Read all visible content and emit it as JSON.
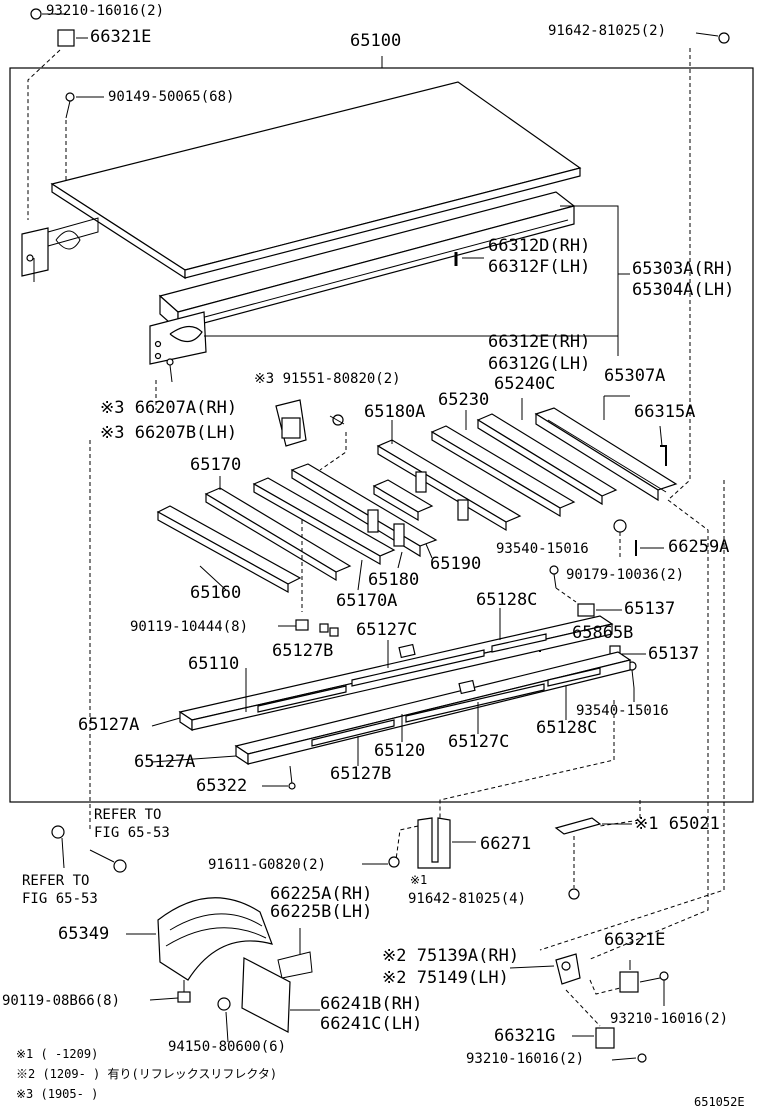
{
  "labels": {
    "l93210_top": "93210-16016(2)",
    "l66321E_top": "66321E",
    "l65100": "65100",
    "l91642_top": "91642-81025(2)",
    "l90149": "90149-50065(68)",
    "l66312D": "66312D(RH)",
    "l66312F": "66312F(LH)",
    "l65303A": "65303A(RH)",
    "l65304A": "65304A(LH)",
    "l66312E": "66312E(RH)",
    "l66312G": "66312G(LH)",
    "l91551": "※3 91551-80820(2)",
    "l65307A": "65307A",
    "l65240C": "65240C",
    "l65230": "65230",
    "l66207A": "※3 66207A(RH)",
    "l66207B": "※3 66207B(LH)",
    "l65180A": "65180A",
    "l66315A": "66315A",
    "l65170": "65170",
    "l93540_a": "93540-15016",
    "l66259A": "66259A",
    "l65180": "65180",
    "l65190": "65190",
    "l90179": "90179-10036(2)",
    "l65160": "65160",
    "l65170A": "65170A",
    "l65128C_a": "65128C",
    "l65137_a": "65137",
    "l90119_10444": "90119-10444(8)",
    "l65127C_a": "65127C",
    "l65865B": "65865B",
    "l65127B_a": "65127B",
    "l65137_b": "65137",
    "l65110": "65110",
    "l93540_b": "93540-15016",
    "l65127A_a": "65127A",
    "l65127C_b": "65127C",
    "l65128C_b": "65128C",
    "l65120": "65120",
    "l65127A_b": "65127A",
    "l65322": "65322",
    "l65127B_b": "65127B",
    "l_refer1": "REFER TO",
    "l_fig1": "FIG 65-53",
    "l65021": "※1 65021",
    "l66271": "66271",
    "l91611": "91611-G0820(2)",
    "l_refer2": "REFER TO",
    "l_fig2": "FIG 65-53",
    "l_note1_mark": "※1",
    "l91642_bot": "91642-81025(4)",
    "l66225A": "66225A(RH)",
    "l66225B": "66225B(LH)",
    "l65349": "65349",
    "l66321E_bot": "66321E",
    "l75139A": "※2 75139A(RH)",
    "l75149": "※2 75149(LH)",
    "l90119_08B66": "90119-08B66(8)",
    "l66241B": "66241B(RH)",
    "l66241C": "66241C(LH)",
    "l93210_mid": "93210-16016(2)",
    "l94150": "94150-80600(6)",
    "l66321G": "66321G",
    "l93210_bot": "93210-16016(2)"
  },
  "footnotes": {
    "n1": "※1 (     -1209)",
    "n2": "※2 (1209-     ) 有り(リフレックスリフレクタ)",
    "n3": "※3 (1905-     )"
  },
  "figure_id": "651052E"
}
